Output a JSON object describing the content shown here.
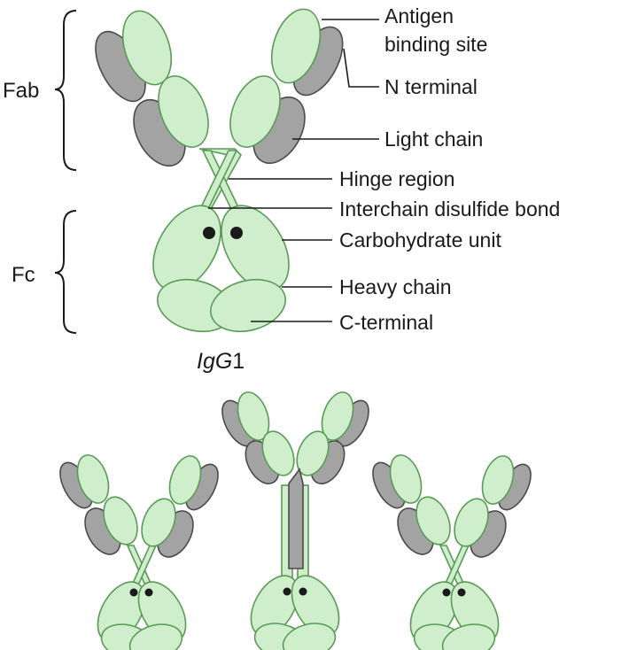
{
  "main_antibody": {
    "caption_italic": "IgG",
    "caption_number": "1",
    "region_labels": {
      "fab": "Fab",
      "fc": "Fc"
    },
    "part_labels": {
      "antigen_binding_site_line1": "Antigen",
      "antigen_binding_site_line2": "binding site",
      "n_terminal": "N terminal",
      "light_chain": "Light chain",
      "hinge_region": "Hinge region",
      "interchain_disulfide_bond": "Interchain disulfide bond",
      "carbohydrate_unit": "Carbohydrate unit",
      "heavy_chain": "Heavy chain",
      "c_terminal": "C-terminal"
    }
  },
  "colors": {
    "heavy_chain_fill": "#cfeecb",
    "heavy_chain_stroke": "#5a9a57",
    "light_chain_fill": "#a3a3a3",
    "light_chain_stroke": "#4a4a4a",
    "disulfide_dot": "#1a1a1a"
  }
}
